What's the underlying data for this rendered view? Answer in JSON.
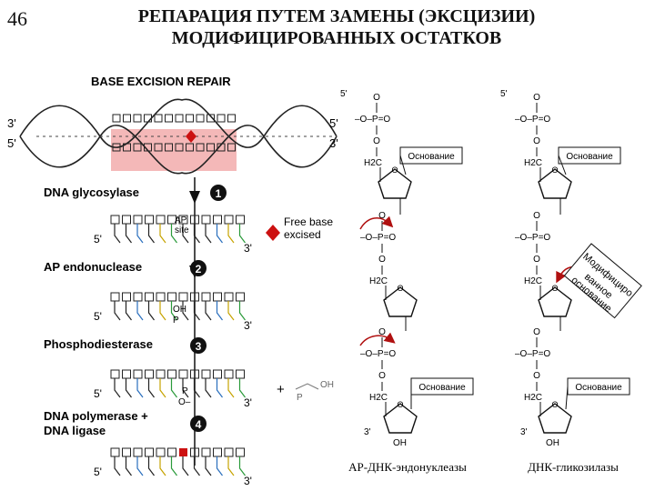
{
  "slide_number": "46",
  "title": {
    "line1": "РЕПАРАЦИЯ ПУТЕМ ЗАМЕНЫ (ЭКСЦИЗИИ)",
    "line2": "МОДИФИЦИРОВАННЫХ ОСТАТКОВ"
  },
  "ber": {
    "heading": "BASE EXCISION REPAIR",
    "end3": "3'",
    "end5": "5'",
    "steps": [
      {
        "label": "DNA glycosylase",
        "num": "1"
      },
      {
        "label": "AP endonuclease",
        "num": "2"
      },
      {
        "label": "Phosphodiesterase",
        "num": "3"
      },
      {
        "label": "DNA polymerase +",
        "label2": "DNA ligase",
        "num": "4"
      }
    ],
    "ap_site": "AP",
    "ap_site2": "site",
    "free_base": "Free base",
    "free_base2": "excised",
    "oh": "OH",
    "p": "P",
    "o_minus": "O–",
    "plus": "+",
    "colors": {
      "lesion": "#cc1111",
      "highlight": "#f4b8b8",
      "arrow": "#111111"
    }
  },
  "chem": {
    "five_prime": "5'",
    "three_prime": "3'",
    "o": "O",
    "po": "–O–P=O",
    "o_minus_p": "–O–P=O",
    "h2c": "H2C",
    "base": "Основание",
    "oh": "OH",
    "modified_base": "Модифицированное основание",
    "caption_left": "АР-ДНК-эндонуклеазы",
    "caption_right": "ДНК-гликозилазы"
  }
}
